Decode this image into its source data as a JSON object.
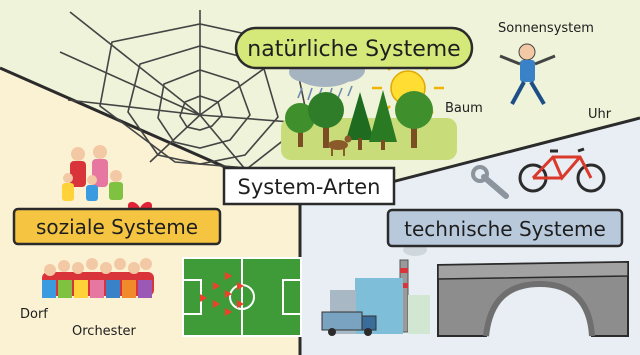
{
  "center": {
    "label": "System-Arten"
  },
  "categories": {
    "natural": {
      "label": "natürliche Systeme",
      "examples": [
        "Sonnensystem",
        "Baum",
        "Uhr"
      ],
      "color": "#d5e87a"
    },
    "social": {
      "label": "soziale Systeme",
      "examples": [
        "Dorf",
        "Orchester"
      ],
      "color": "#f5c542"
    },
    "technical": {
      "label": "technische Systeme",
      "examples": [],
      "color": "#b9c9dc"
    }
  },
  "colors": {
    "natural_bg": "#eef3d9",
    "social_bg": "#fbf2d4",
    "technical_bg": "#e9eef4"
  }
}
